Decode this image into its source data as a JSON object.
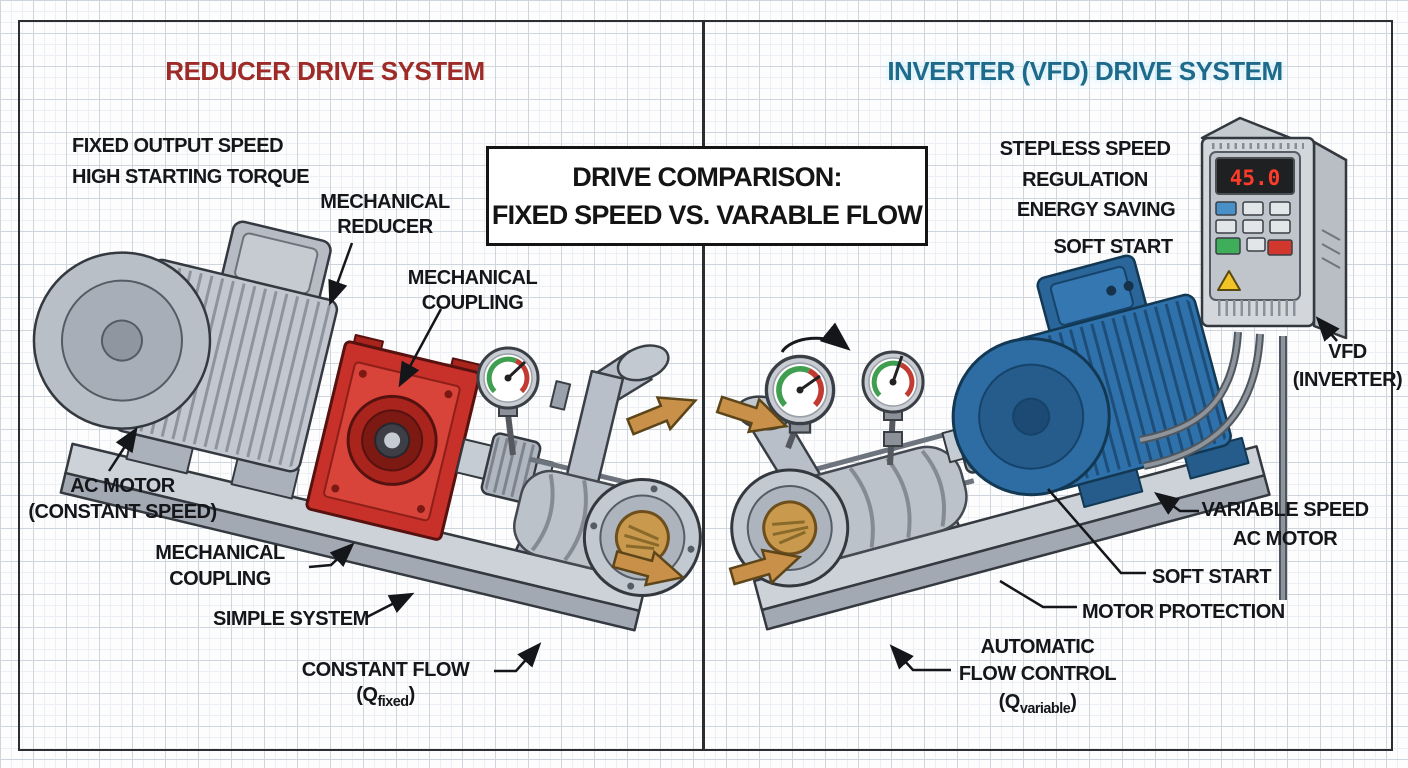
{
  "header": {
    "left_title": "REDUCER DRIVE SYSTEM",
    "right_title": "INVERTER (VFD) DRIVE SYSTEM"
  },
  "center_box": {
    "line1": "DRIVE COMPARISON:",
    "line2": "FIXED SPEED VS. VARABLE FLOW"
  },
  "left_panel": {
    "features": "FIXED OUTPUT SPEED\nHIGH STARTING TORQUE",
    "label_mechanical_reducer": "MECHANICAL\nREDUCER",
    "label_mechanical_coupling_top": "MECHANICAL\nCOUPLING",
    "label_ac_motor": "AC MOTOR\n(CONSTANT SPEED)",
    "label_mechanical_coupling_bottom": "MECHANICAL\nCOUPLING",
    "label_simple_system": "SIMPLE SYSTEM",
    "label_constant_flow": "CONSTANT FLOW",
    "q_fixed": {
      "pre": "(Q",
      "sub": "fixed",
      "post": ")"
    }
  },
  "right_panel": {
    "feature_stepless": "STEPLESS SPEED\nREGULATION",
    "feature_energy": "ENERGY SAVING",
    "feature_soft_start": "SOFT START",
    "label_vfd": "VFD\n(INVERTER)",
    "label_variable_speed": "VARIABLE SPEED\nAC MOTOR",
    "label_soft_start": "SOFT START",
    "label_motor_protection": "MOTOR PROTECTION",
    "label_auto_flow": "AUTOMATIC\nFLOW CONTROL",
    "q_variable": {
      "pre": "(Q",
      "sub": "variable",
      "post": ")"
    },
    "vfd_display": "45.0"
  },
  "colors": {
    "left_title": "#9E2B28",
    "right_title": "#1E6A8B",
    "reducer_red": "#C8302A",
    "motor_blue": "#2D6DA3",
    "flow_arrow": "#C89048"
  }
}
